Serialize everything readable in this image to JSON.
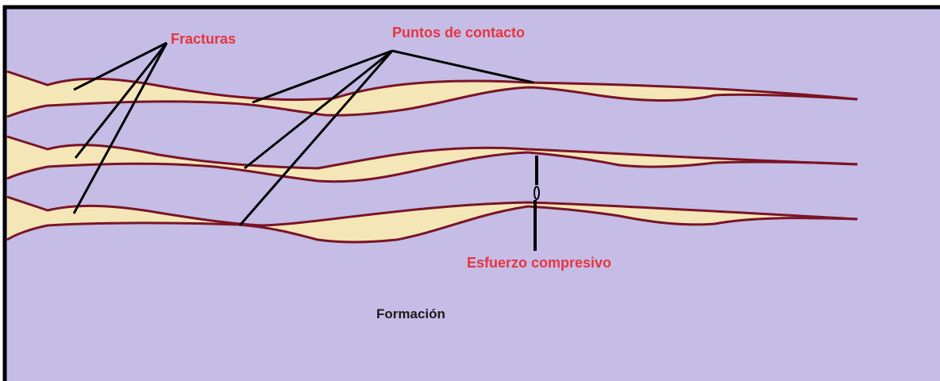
{
  "labels": {
    "fracturas": "Fracturas",
    "puntos_de_contacto": "Puntos de contacto",
    "esfuerzo_compresivo": "Esfuerzo compresivo",
    "formacion": "Formación"
  },
  "colors": {
    "formation_fill": "#c5bde6",
    "fracture_fill": "#f5e6b8",
    "fracture_outline": "#7a1426",
    "pointer_line": "#000000",
    "frame_border": "#000000",
    "label_red": "#e8343f",
    "label_dark": "#1a1a1a"
  }
}
